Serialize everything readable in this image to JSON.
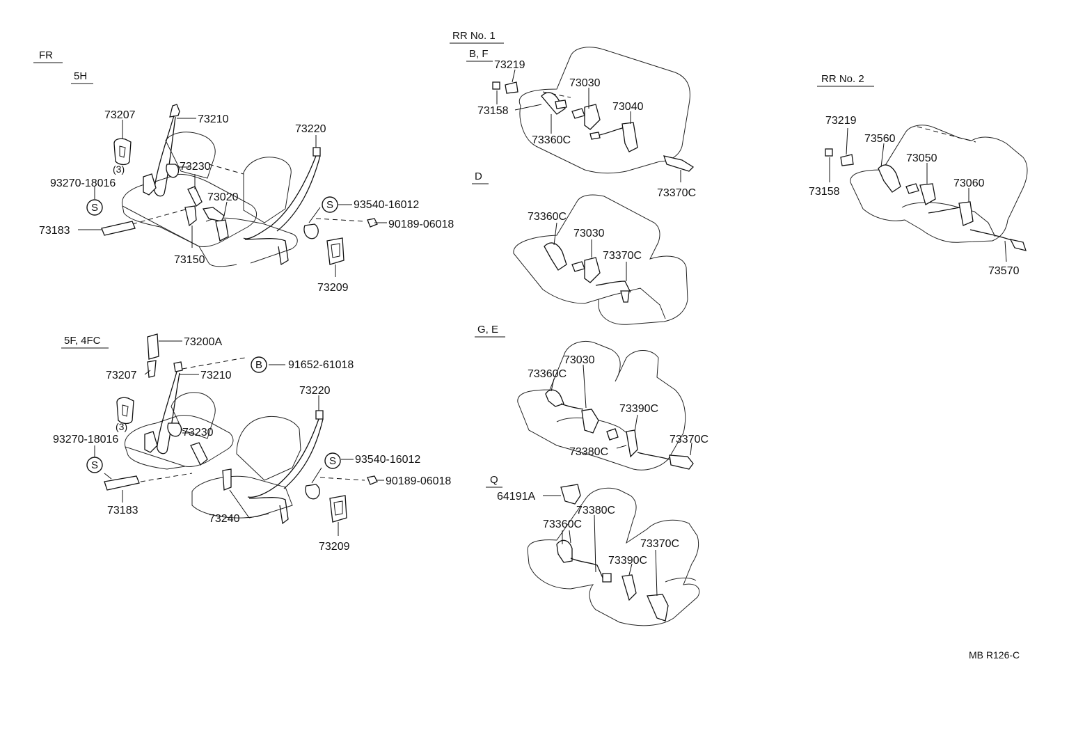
{
  "sections": {
    "fr": "FR",
    "fr_5h": "5H",
    "fr_5f_4fc": "5F, 4FC",
    "rr1": "RR No. 1",
    "rr1_bf": "B, F",
    "rr1_d": "D",
    "rr1_ge": "G, E",
    "rr1_q": "Q",
    "rr2": "RR No. 2"
  },
  "labels": {
    "a_73207": "73207",
    "a_qty3": "(3)",
    "a_73210": "73210",
    "a_73230": "73230",
    "a_93270": "93270-18016",
    "a_s1": "S",
    "a_73020": "73020",
    "a_73183": "73183",
    "a_73150": "73150",
    "a_73220": "73220",
    "a_s2": "S",
    "a_93540": "93540-16012",
    "a_90189": "90189-06018",
    "a_73209": "73209",
    "b_73200a": "73200A",
    "b_73207": "73207",
    "b_73210": "73210",
    "b_b": "B",
    "b_91652": "91652-61018",
    "b_qty3": "(3)",
    "b_73230": "73230",
    "b_93270": "93270-18016",
    "b_s1": "S",
    "b_73220": "73220",
    "b_s2": "S",
    "b_93540": "93540-16012",
    "b_90189": "90189-06018",
    "b_73183": "73183",
    "b_73240": "73240",
    "b_73209": "73209",
    "c_73219": "73219",
    "c_73158": "73158",
    "c_73030": "73030",
    "c_73040": "73040",
    "c_73360c": "73360C",
    "c_73370c": "73370C",
    "d_73360c": "73360C",
    "d_73030": "73030",
    "d_73370c": "73370C",
    "e_73030": "73030",
    "e_73360c": "73360C",
    "e_73390c": "73390C",
    "e_73370c": "73370C",
    "e_73380c": "73380C",
    "f_64191a": "64191A",
    "f_73380c": "73380C",
    "f_73360c": "73360C",
    "f_73370c": "73370C",
    "f_73390c": "73390C",
    "g_73219": "73219",
    "g_73560": "73560",
    "g_73050": "73050",
    "g_73158": "73158",
    "g_73060": "73060",
    "g_73570": "73570"
  },
  "footer": {
    "ref_code": "MB R126-C"
  }
}
